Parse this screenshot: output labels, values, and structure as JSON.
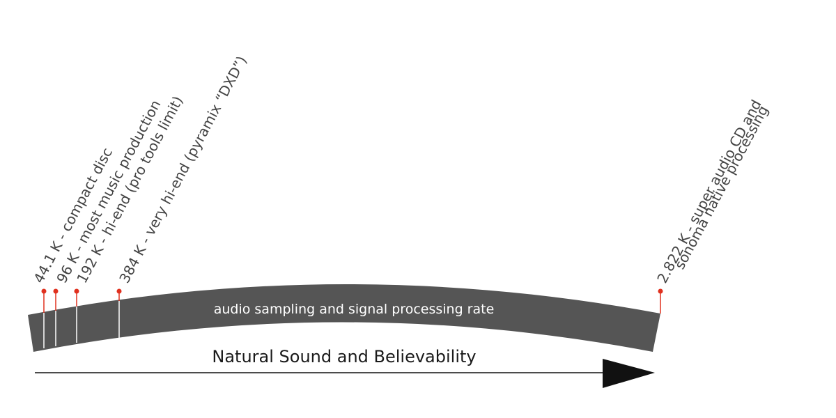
{
  "band": {
    "label": "audio sampling and signal processing rate",
    "color": "#555555"
  },
  "arrow": {
    "label": "Natural Sound and Believability",
    "color": "#111111"
  },
  "markers": [
    {
      "label": "44.1 K - compact disc"
    },
    {
      "label": "96 K - most music production"
    },
    {
      "label": "192 K - hi-end (pro tools limit)"
    },
    {
      "label": "384 K - very hi-end (pyramix “DXD”)"
    },
    {
      "line1": "2.822 K - super audio CD and",
      "line2": "sonoma native processing"
    }
  ],
  "colors": {
    "marker_dot": "#e0301e",
    "band_divider": "#ffffff"
  }
}
